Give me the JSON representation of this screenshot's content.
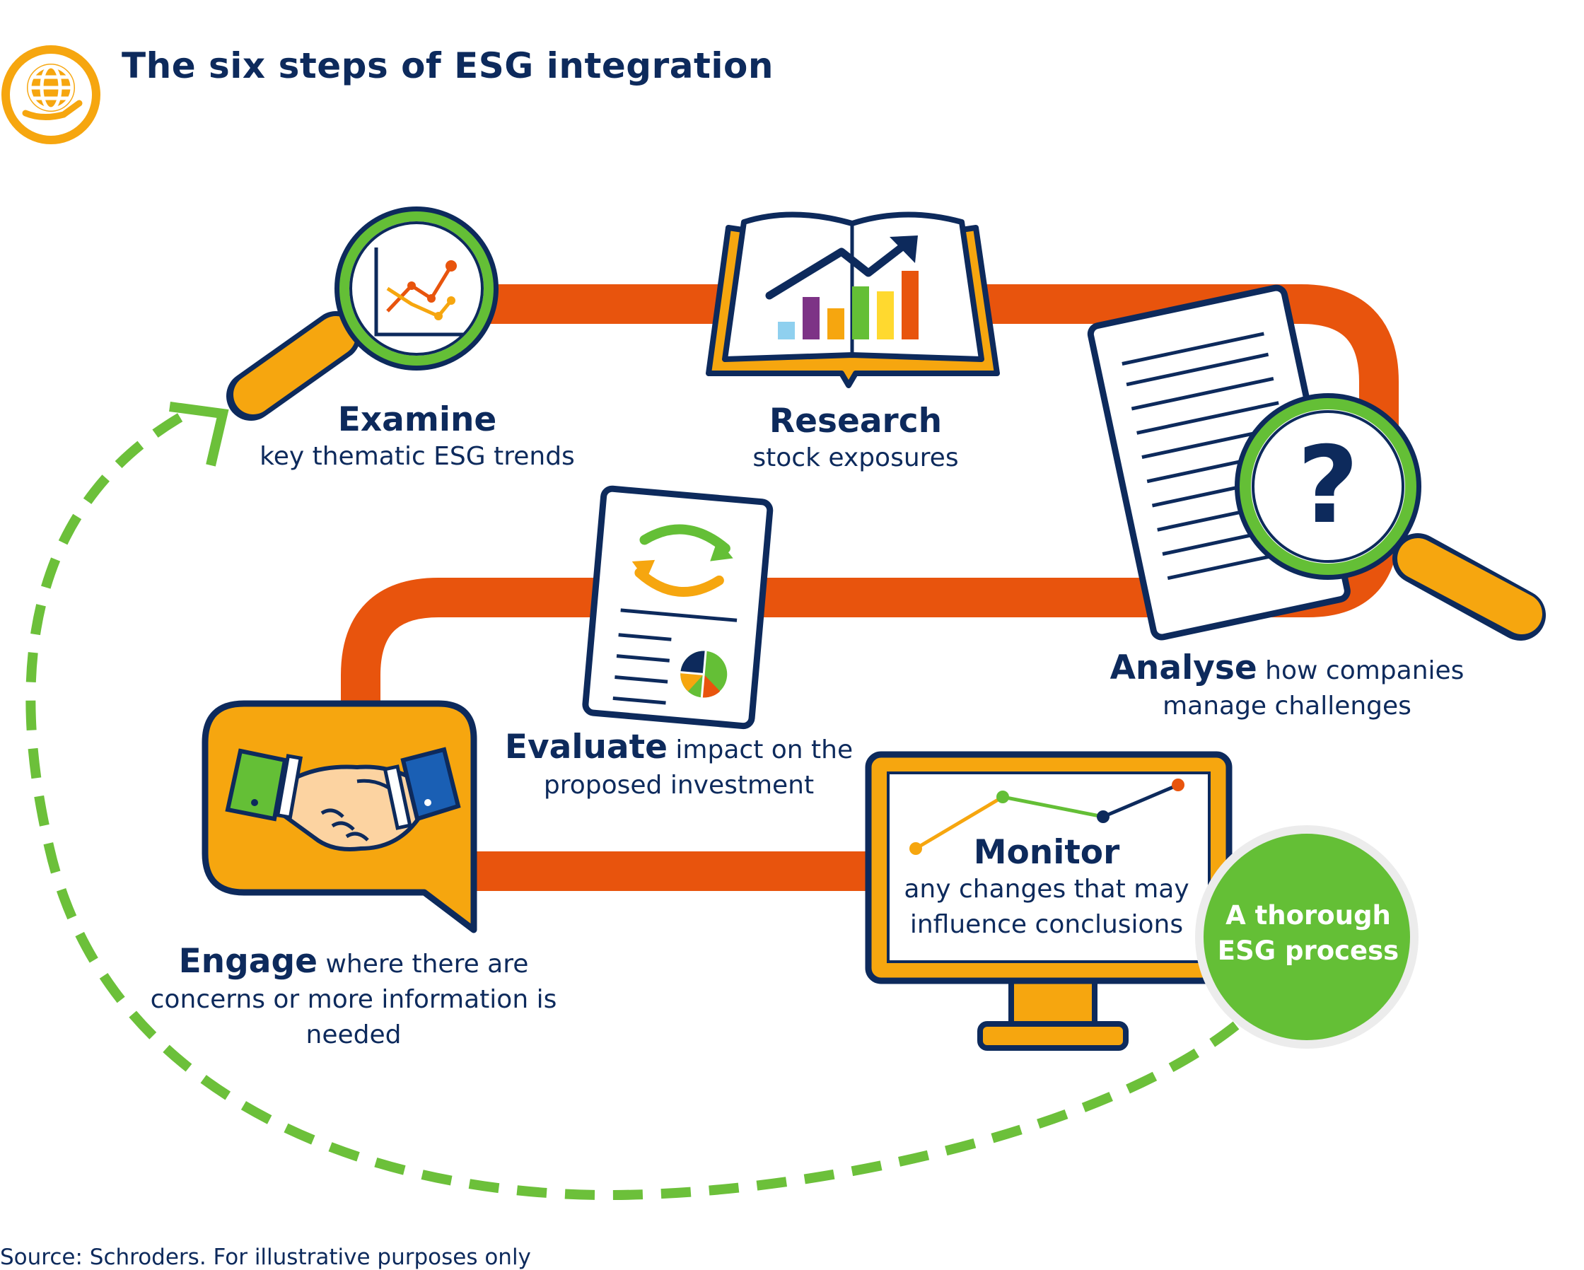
{
  "title": "The six steps of ESG integration",
  "steps": {
    "examine": {
      "name": "Examine",
      "desc": "key thematic ESG trends"
    },
    "research": {
      "name": "Research",
      "desc": "stock exposures"
    },
    "analyse": {
      "name": "Analyse",
      "desc_inline": "how companies",
      "desc_line2": "manage challenges"
    },
    "evaluate": {
      "name": "Evaluate",
      "desc_inline": "impact on the",
      "desc_line2": "proposed investment"
    },
    "engage": {
      "name": "Engage",
      "desc_inline": "where there are",
      "desc_line2": "concerns or more information is",
      "desc_line3": "needed"
    },
    "monitor": {
      "name": "Monitor",
      "desc_line1": "any changes that may",
      "desc_line2": "influence conclusions"
    }
  },
  "badge": {
    "line1": "A thorough",
    "line2": "ESG process"
  },
  "source": "Source: Schroders. For illustrative purposes only",
  "icons": [
    "globe-hand-icon",
    "magnifier-chart-icon",
    "book-chart-icon",
    "document-magnifier-icon",
    "report-icon",
    "handshake-icon",
    "monitor-chart-icon"
  ],
  "colors": {
    "navy": "#0d2a5c",
    "orange_path": "#e8540d",
    "amber": "#f6a60f",
    "green": "#64bf36",
    "dashed_loop": "#6cc03a"
  }
}
